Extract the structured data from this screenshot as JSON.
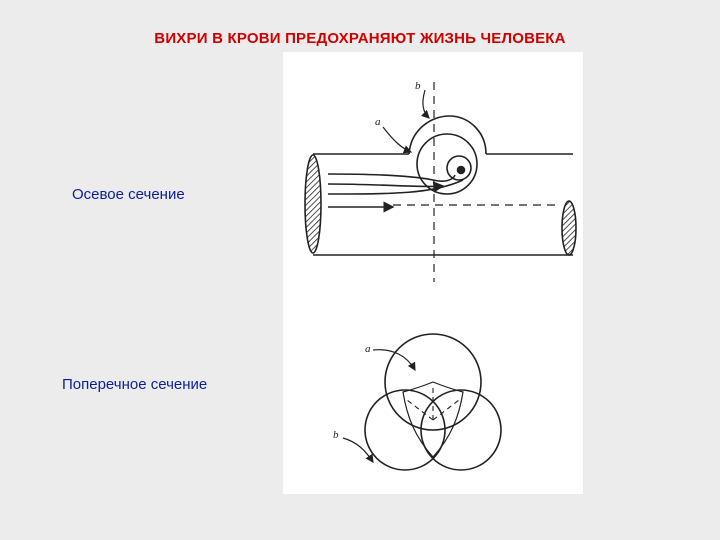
{
  "title": "ВИХРИ В КРОВИ ПРЕДОХРАНЯЮТ ЖИЗНЬ ЧЕЛОВЕКА",
  "labels": {
    "axial": "Осевое сечение",
    "cross": "Поперечное сечение"
  },
  "figure": {
    "axial_letters": {
      "a": "a",
      "b": "b"
    },
    "cross_letters": {
      "a": "a",
      "b": "b"
    }
  },
  "colors": {
    "title": "#d00000",
    "labels": "#0a1f9c",
    "background": "#ececec",
    "figure_background": "#ffffff",
    "ink": "#222222"
  }
}
